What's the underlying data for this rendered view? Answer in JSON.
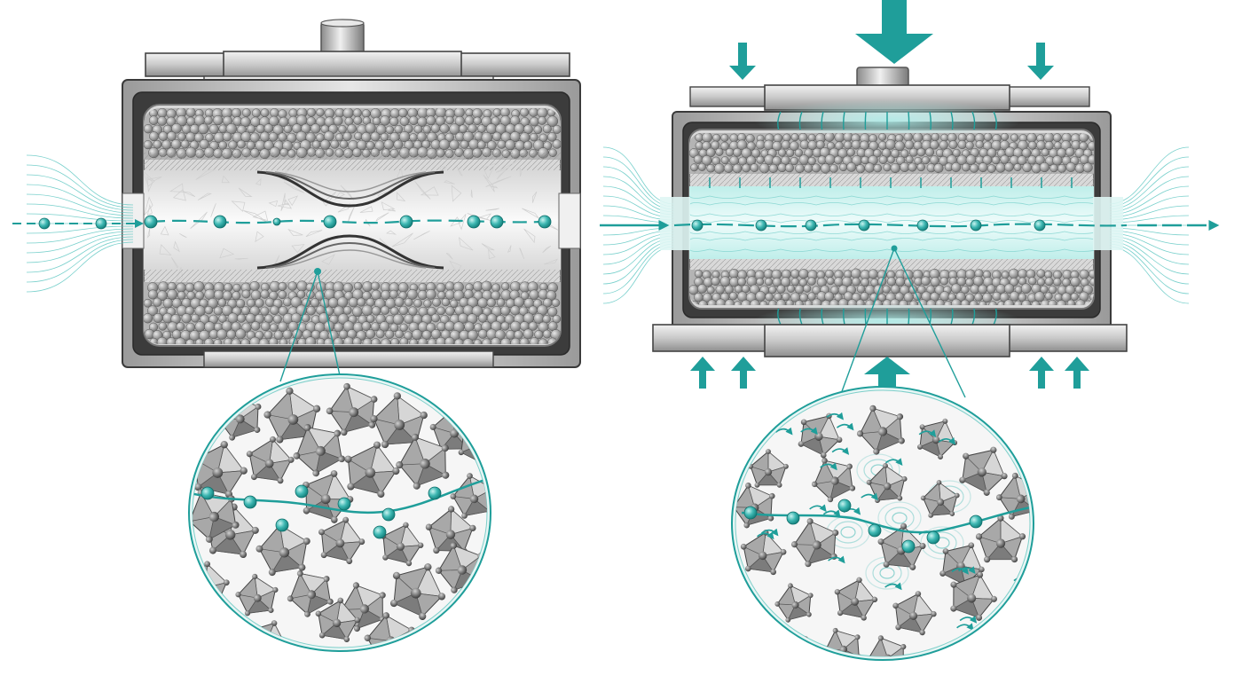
{
  "colors": {
    "accent": "#1f9e9a",
    "accent_light": "#9fe3df",
    "accent_glow": "#d9f6f4",
    "metal_light": "#e4e4e4",
    "metal_mid": "#bdbdbd",
    "metal_dark": "#7d7d7d",
    "particle": "#9a9a9a",
    "crystal": "#9b9b9b",
    "background": "#ffffff"
  },
  "panels": [
    {
      "state": "unpressurized",
      "ion_count_channel": 8,
      "ion_count_outside": 2,
      "crystal_count": 28,
      "zoom_ion_count": 8
    },
    {
      "state": "pressurized",
      "ion_count_channel": 7,
      "ion_count_outside": 0,
      "crystal_count": 22,
      "zoom_ion_count": 7
    }
  ],
  "icons": {
    "ion": "ion-sphere-icon",
    "pressure": "pressure-arrow-icon",
    "crystal": "octahedron-crystal-icon"
  }
}
